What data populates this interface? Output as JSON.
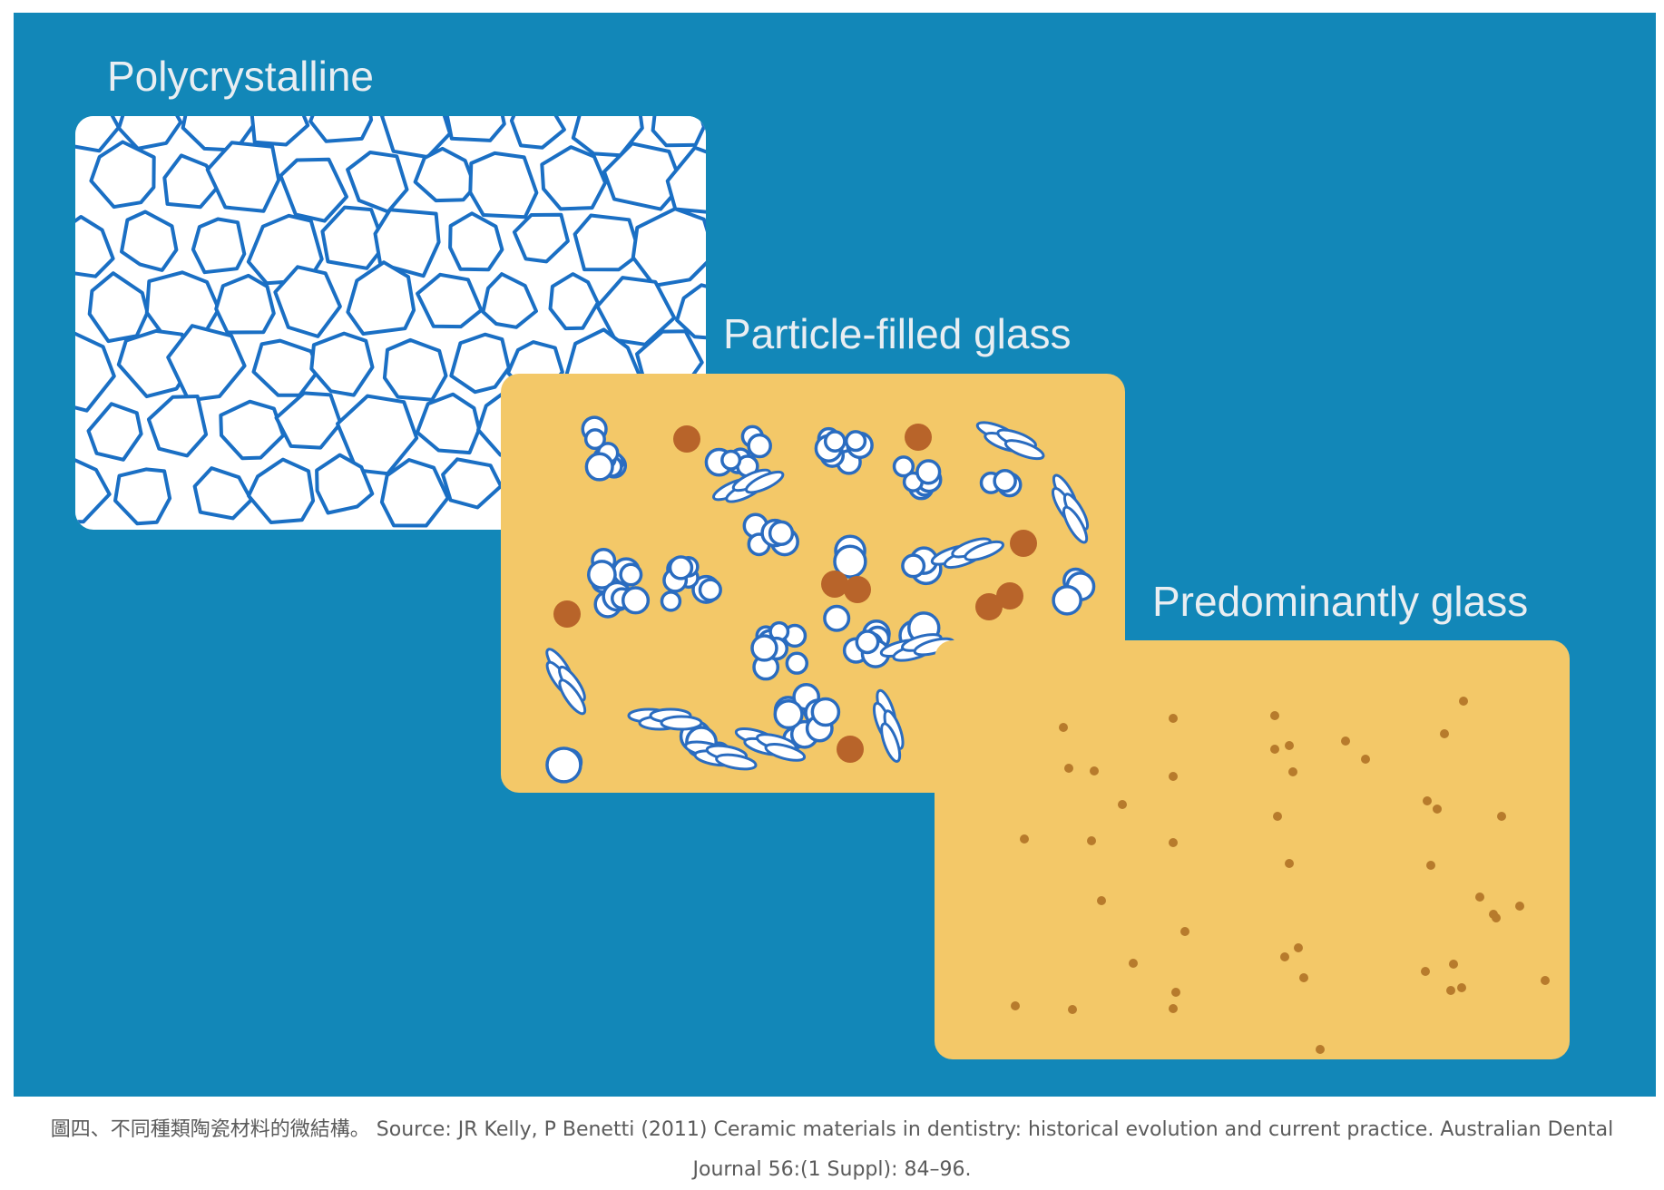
{
  "figure": {
    "background_color": "#1287b8",
    "panels": [
      {
        "id": "polycrystalline",
        "title": "Polycrystalline",
        "fill": "#ffffff",
        "grain_color": "#1a6fc4"
      },
      {
        "id": "particle-filled-glass",
        "title": "Particle-filled glass",
        "fill": "#f3c868",
        "particle_color": "#2a6cc0",
        "inclusion_color": "#b8642a"
      },
      {
        "id": "predominantly-glass",
        "title": "Predominantly glass",
        "fill": "#f3c868",
        "dot_color": "#b77b2c"
      }
    ]
  },
  "caption": {
    "text": "圖四、不同種類陶瓷材料的微結構。 Source: JR Kelly, P Benetti (2011) Ceramic materials in dentistry: historical evolution and current practice. Australian Dental Journal 56:(1 Suppl): 84–96."
  }
}
